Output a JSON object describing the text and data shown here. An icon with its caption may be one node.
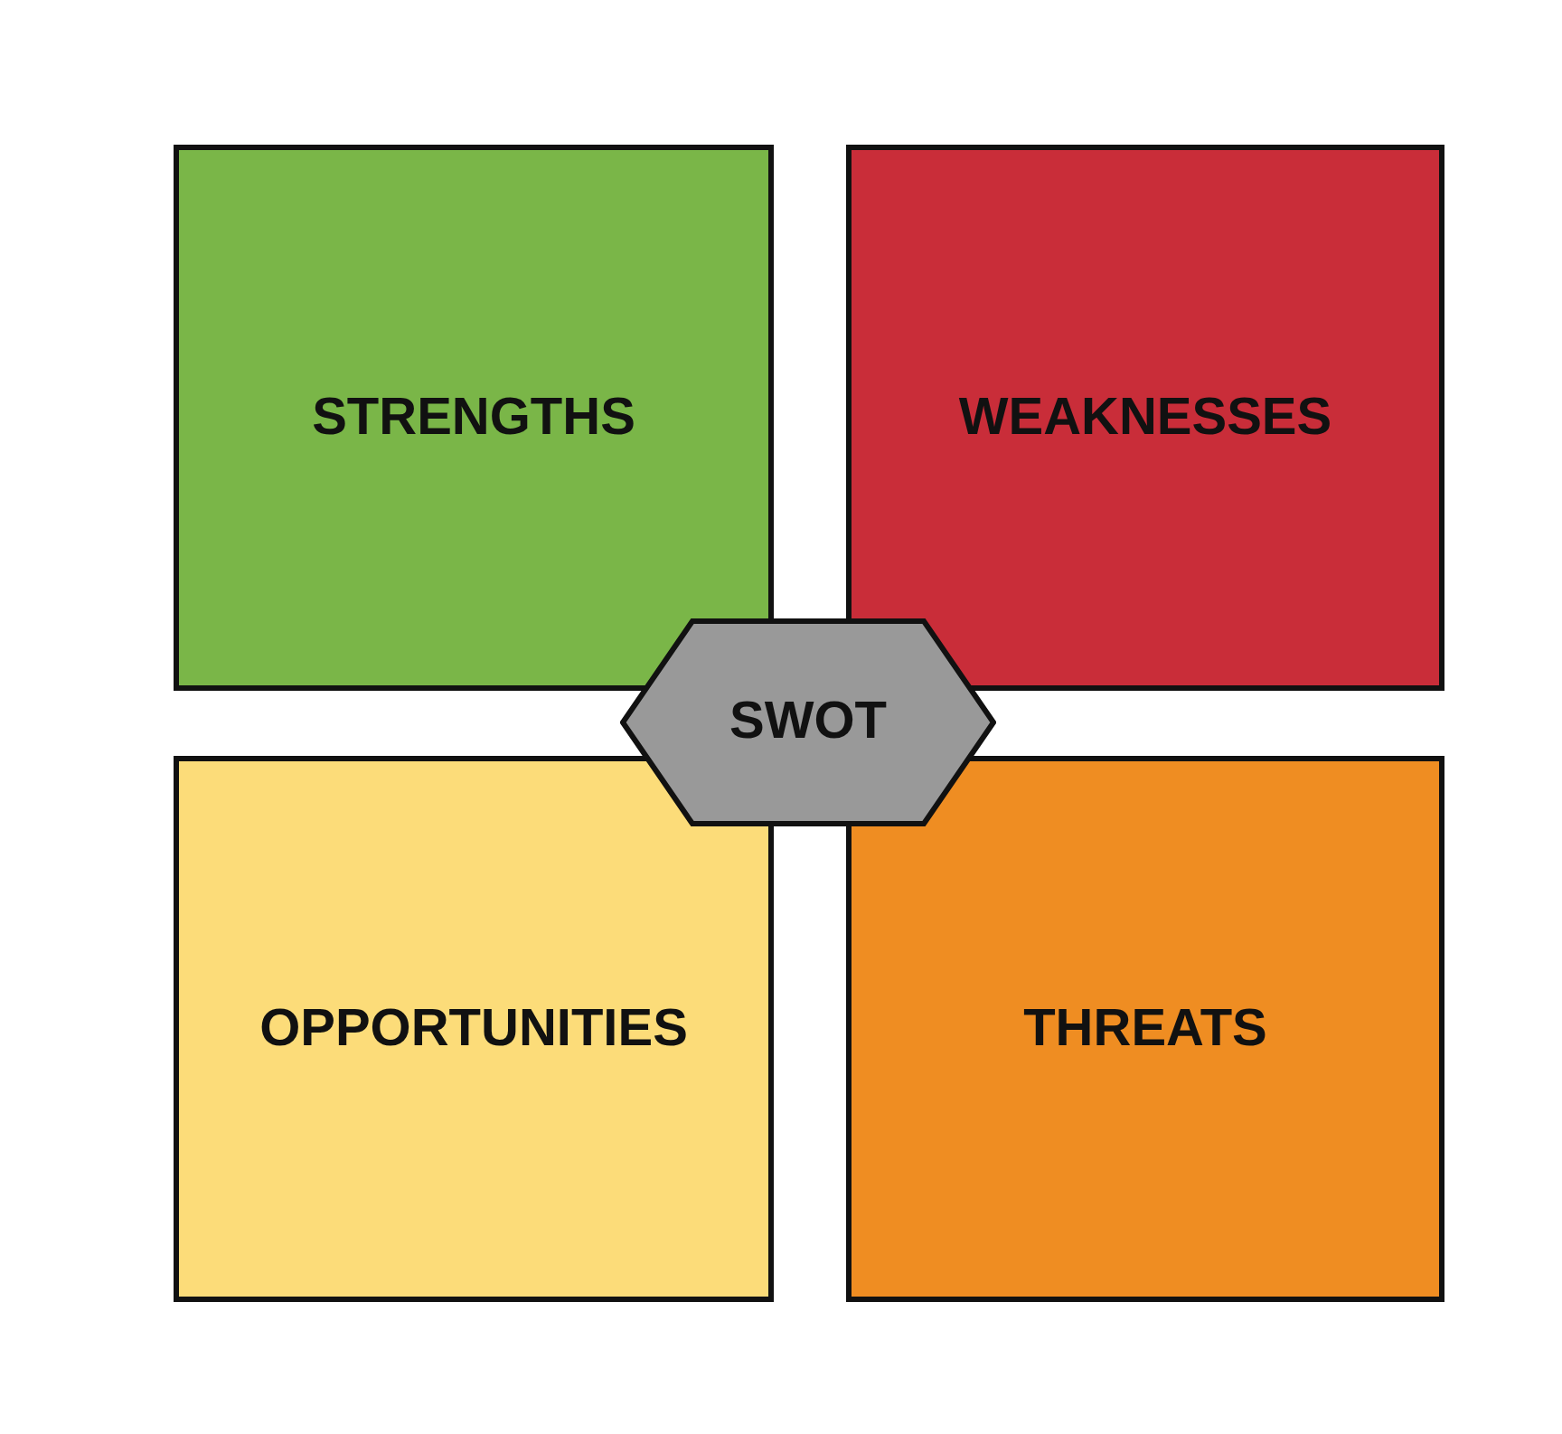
{
  "diagram": {
    "nodes": [
      {
        "text": [
          "STRENGTHS"
        ]
      },
      {
        "text": [
          "WEAKNESSES"
        ]
      },
      {
        "text": [
          "SWOT"
        ]
      },
      {
        "text": [
          "OPPORTUNITIES"
        ]
      },
      {
        "text": [
          "THREATS"
        ]
      }
    ]
  }
}
